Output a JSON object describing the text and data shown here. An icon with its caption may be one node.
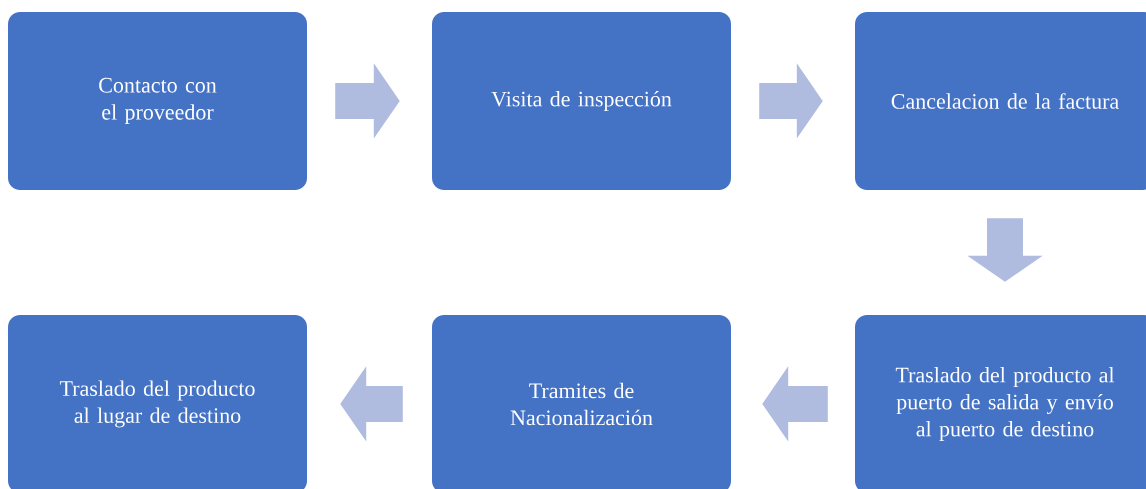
{
  "diagram": {
    "nodes": [
      {
        "text": [
          "Contacto con el proveedor"
        ]
      },
      {
        "text": [
          "Visita de inspección"
        ]
      },
      {
        "text": [
          "Cancelacion de la factura"
        ]
      },
      {
        "text": [
          "Traslado del producto al puerto de salida y envío al puerto de destino"
        ]
      },
      {
        "text": [
          "Tramites de Nacionalización"
        ]
      },
      {
        "text": [
          "Traslado del producto al lugar de destino"
        ]
      }
    ],
    "edges": [
      {
        "from": 0,
        "to": 1,
        "arrow": "to"
      },
      {
        "from": 1,
        "to": 2,
        "arrow": "to"
      },
      {
        "from": 2,
        "to": 3,
        "arrow": "to"
      },
      {
        "from": 3,
        "to": 4,
        "arrow": "to"
      },
      {
        "from": 4,
        "to": 5,
        "arrow": "to"
      }
    ]
  }
}
